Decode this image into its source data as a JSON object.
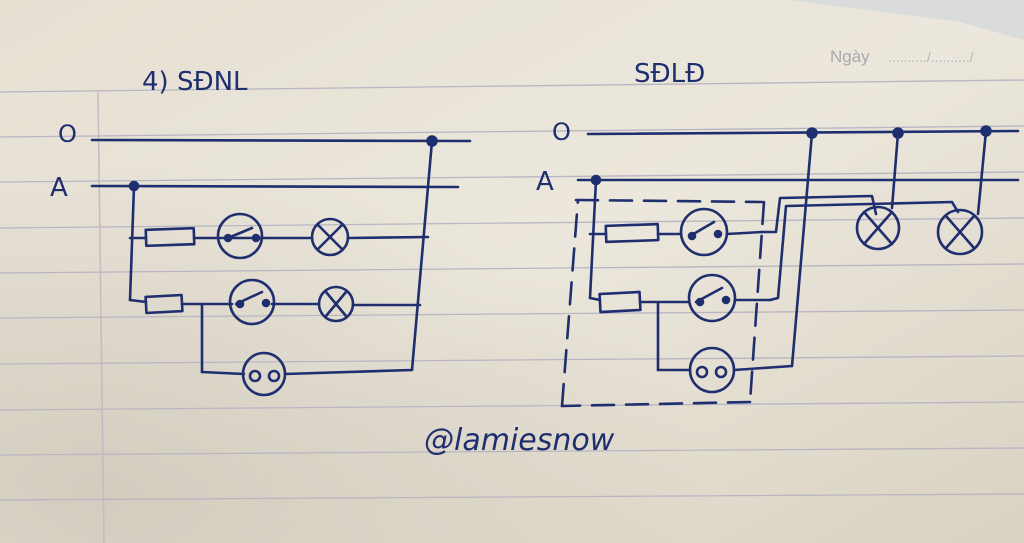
{
  "header": {
    "date_label": "Ngày",
    "date_dots": "........../........../"
  },
  "left_diagram": {
    "title": "4)  SĐNL",
    "label_o": "O",
    "label_a": "A"
  },
  "right_diagram": {
    "title": "SĐLĐ",
    "label_o": "O",
    "label_a": "A"
  },
  "watermark": "@lamiesnow",
  "colors": {
    "ink": "#1f2e6e",
    "paper": "#e9e4d8",
    "rule_line": "#b9b8c4",
    "margin_line": "#c9b9c4"
  }
}
